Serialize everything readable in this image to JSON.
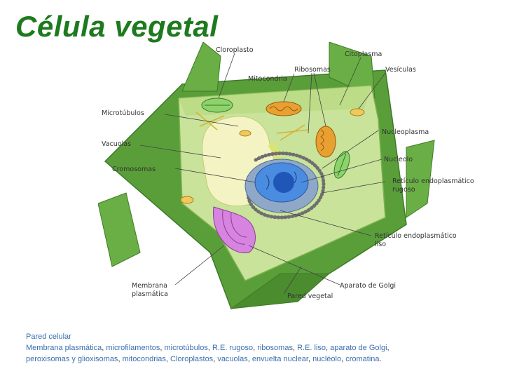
{
  "title": "Célula vegetal",
  "labels": {
    "cloroplasto": "Cloroplasto",
    "citoplasma": "Citoplasma",
    "ribosomas": "Ribosomas",
    "mitocondria": "Mitocondria",
    "vesiculas": "Vesículas",
    "microtubulos": "Microtúbulos",
    "nucleoplasma": "Nucleoplasma",
    "vacuolas": "Vacuolas",
    "nucleolo": "Nucleolo",
    "cromosomas": "Cromosomas",
    "rer_1": "Retículo endoplasmático",
    "rer_2": "rugoso",
    "rel_1": "Retículo endoplasmático",
    "rel_2": "liso",
    "membrana_1": "Membrana",
    "membrana_2": "plasmática",
    "aparato_golgi": "Aparato de Golgi",
    "pared_vegetal": "Pared vegetal"
  },
  "caption": {
    "line1": [
      "Pared celular"
    ],
    "line2": [
      "Membrana plasmática",
      "microfilamentos",
      "microtúbulos",
      "R.E. rugoso",
      "ribosomas",
      "R.E. liso",
      "aparato de Golgi"
    ],
    "line3": [
      "peroxisomas y glioxisomas",
      "mitocondrias",
      "Cloroplastos",
      "vacuolas",
      "envuelta nuclear",
      "nucléolo",
      "cromatina"
    ],
    "separator": ", ",
    "line2_end": ",",
    "line3_end": "."
  },
  "colors": {
    "title": "#1e7a1e",
    "cell_wall": "#5a9e3a",
    "cytoplasm": "#c9e39a",
    "vacuole": "#f3f3c4",
    "nucleus": "#2a6fc9",
    "golgi": "#d684e0",
    "caption_link": "#3a6fb0"
  }
}
